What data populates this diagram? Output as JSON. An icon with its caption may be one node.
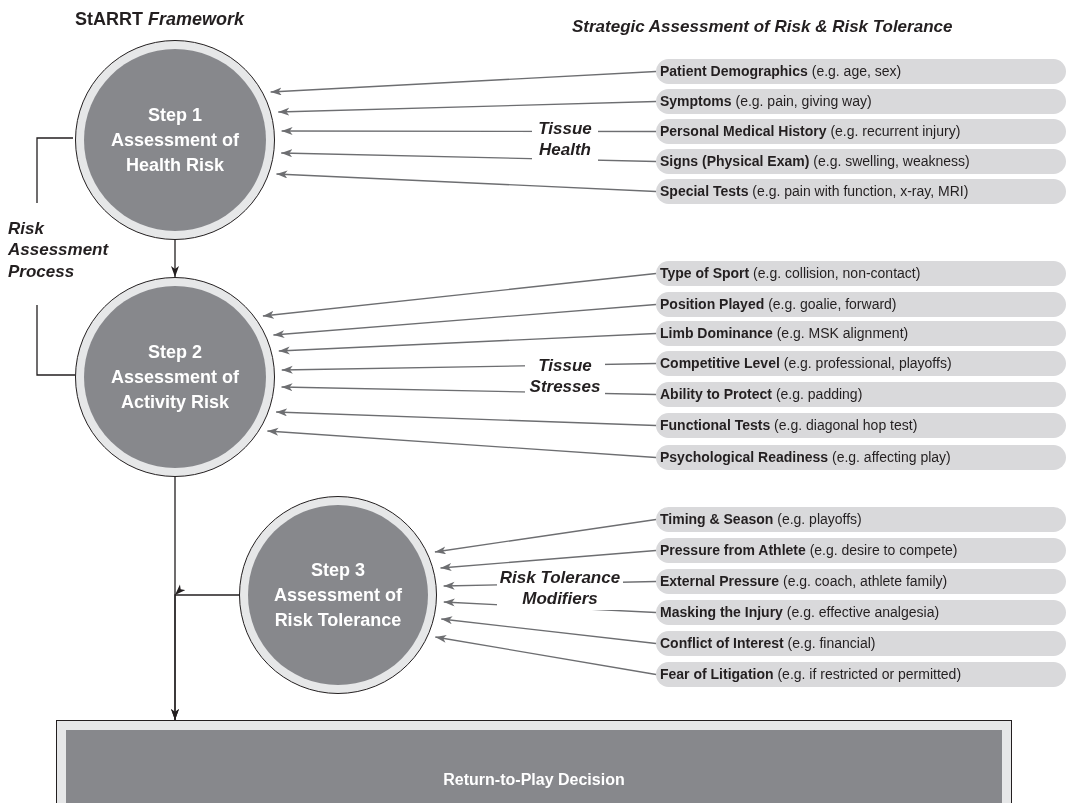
{
  "diagram": {
    "title": "StARRT *Framework*",
    "nodes": [
      {
        "text": [
          "Step 1 Assessment of Health Risk"
        ]
      },
      {
        "text": [
          "Step 2 Assessment of Activity Risk"
        ]
      },
      {
        "text": [
          "Step 3 Assessment of Risk Tolerance"
        ]
      },
      {
        "text": [
          "Return-to-Play Decision"
        ]
      },
      {
        "text": [
          "**Patient Demographics** (e.g. age, sex)"
        ]
      },
      {
        "text": [
          "**Symptoms** (e.g. pain, giving way)"
        ]
      },
      {
        "text": [
          "**Personal Medical History** (e.g. recurrent injury)"
        ]
      },
      {
        "text": [
          "**Signs (Physical Exam)** (e.g. swelling, weakness)"
        ]
      },
      {
        "text": [
          "**Special Tests** (e.g. pain with function, x-ray, MRI)"
        ]
      },
      {
        "text": [
          "**Type of Sport** (e.g. collision, non-contact)"
        ]
      },
      {
        "text": [
          "**Position Played** (e.g. goalie, forward)"
        ]
      },
      {
        "text": [
          "**Limb Dominance** (e.g. MSK alignment)"
        ]
      },
      {
        "text": [
          "**Competitive Level** (e.g. professional, playoffs)"
        ]
      },
      {
        "text": [
          "**Ability to Protect** (e.g. padding)"
        ]
      },
      {
        "text": [
          "**Functional Tests** (e.g. diagonal hop test)"
        ]
      },
      {
        "text": [
          "**Psychological Readiness** (e.g. affecting play)"
        ]
      },
      {
        "text": [
          "**Timing & Season** (e.g. playoffs)"
        ]
      },
      {
        "text": [
          "**Pressure from Athlete** (e.g. desire to compete)"
        ]
      },
      {
        "text": [
          "**External Pressure** (e.g. coach, athlete family)"
        ]
      },
      {
        "text": [
          "**Masking the Injury** (e.g. effective analgesia)"
        ]
      },
      {
        "text": [
          "**Conflict of Interest** (e.g. financial)"
        ]
      },
      {
        "text": [
          "**Fear of Litigation** (e.g. if restricted or permitted)"
        ]
      }
    ],
    "edges": [
      {
        "from": 0,
        "to": 1,
        "arrow": "to",
        "color": "#231f20"
      },
      {
        "from": 1,
        "to": 3,
        "arrow": "to",
        "color": "#231f20"
      },
      {
        "from": 2,
        "to": 3,
        "arrow": "to",
        "color": "#231f20"
      },
      {
        "from": 4,
        "to": 0,
        "arrow": "to"
      },
      {
        "from": 5,
        "to": 0,
        "arrow": "to"
      },
      {
        "from": 6,
        "to": 0,
        "arrow": "to"
      },
      {
        "from": 7,
        "to": 0,
        "arrow": "to"
      },
      {
        "from": 8,
        "to": 0,
        "arrow": "to"
      },
      {
        "from": 9,
        "to": 1,
        "arrow": "to"
      },
      {
        "from": 10,
        "to": 1,
        "arrow": "to"
      },
      {
        "from": 11,
        "to": 1,
        "arrow": "to"
      },
      {
        "from": 12,
        "to": 1,
        "arrow": "to"
      },
      {
        "from": 13,
        "to": 1,
        "arrow": "to"
      },
      {
        "from": 14,
        "to": 1,
        "arrow": "to"
      },
      {
        "from": 15,
        "to": 1,
        "arrow": "to"
      },
      {
        "from": 16,
        "to": 2,
        "arrow": "to"
      },
      {
        "from": 17,
        "to": 2,
        "arrow": "to"
      },
      {
        "from": 18,
        "to": 2,
        "arrow": "to"
      },
      {
        "from": 19,
        "to": 2,
        "arrow": "to"
      },
      {
        "from": 20,
        "to": 2,
        "arrow": "to"
      },
      {
        "from": 21,
        "to": 2,
        "arrow": "to"
      }
    ],
    "labels": [
      "Strategic Assessment of Risk & Risk Tolerance",
      "Tissue Health",
      "Risk Assessment Process",
      "Tissue Stresses",
      "Risk Tolerance Modifiers"
    ]
  }
}
